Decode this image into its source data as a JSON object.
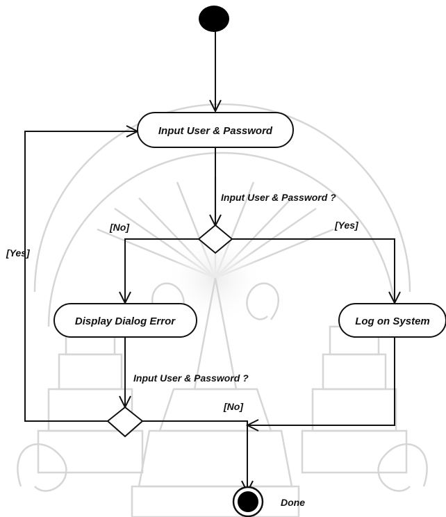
{
  "diagram": {
    "nodes": {
      "input_user_password": "Input User & Password",
      "display_dialog_error": "Display Dialog Error",
      "log_on_system": "Log on System",
      "final_label": "Done"
    },
    "guards": {
      "first_question": "Input User & Password ?",
      "first_no": "[No]",
      "first_yes": "[Yes]",
      "second_question": "Input User & Password ?",
      "loop_yes": "[Yes]",
      "second_no": "[No]"
    }
  }
}
